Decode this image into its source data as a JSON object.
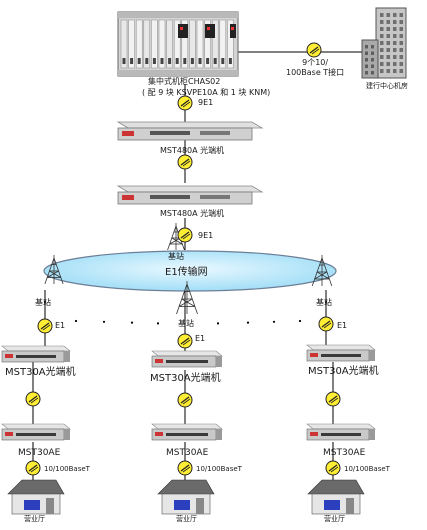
{
  "rack": {
    "title": "集中式机柜CHAS02",
    "subtitle": "( 配 9 块 KSVPE10A 和 1 块 KNM)"
  },
  "links": {
    "rack_to_building": "9个10/\n100Base T接口",
    "rack_to_mst480_1": "9E1",
    "mst480_to_ring": "9E1",
    "ring_to_sites": "E1",
    "site_lan": "10/100BaseT"
  },
  "building": {
    "label": "建行中心机房"
  },
  "mst480": [
    {
      "label": "MST480A 光端机"
    },
    {
      "label": "MST480A 光端机"
    }
  ],
  "ring": {
    "label": "E1传输网"
  },
  "base_station": {
    "label": "基站"
  },
  "sites": [
    {
      "unit_a": "MST30A光端机",
      "unit_b": "MST30AE",
      "office": "营业厅"
    },
    {
      "unit_a": "MST30A光端机",
      "unit_b": "MST30AE",
      "office": "营业厅"
    },
    {
      "unit_a": "MST30A光端机",
      "unit_b": "MST30AE",
      "office": "营业厅"
    }
  ],
  "colors": {
    "line": "#000000",
    "ring_fill": "#c9eefc",
    "ring_stroke": "#6c7f96",
    "node_fill": "#ffee33",
    "device_body": "#c9c9c9",
    "device_dark": "#3a3a3a",
    "house_roof": "#6a6a6a",
    "house_wall": "#e6e6e6",
    "building": "#c8c8c8"
  }
}
